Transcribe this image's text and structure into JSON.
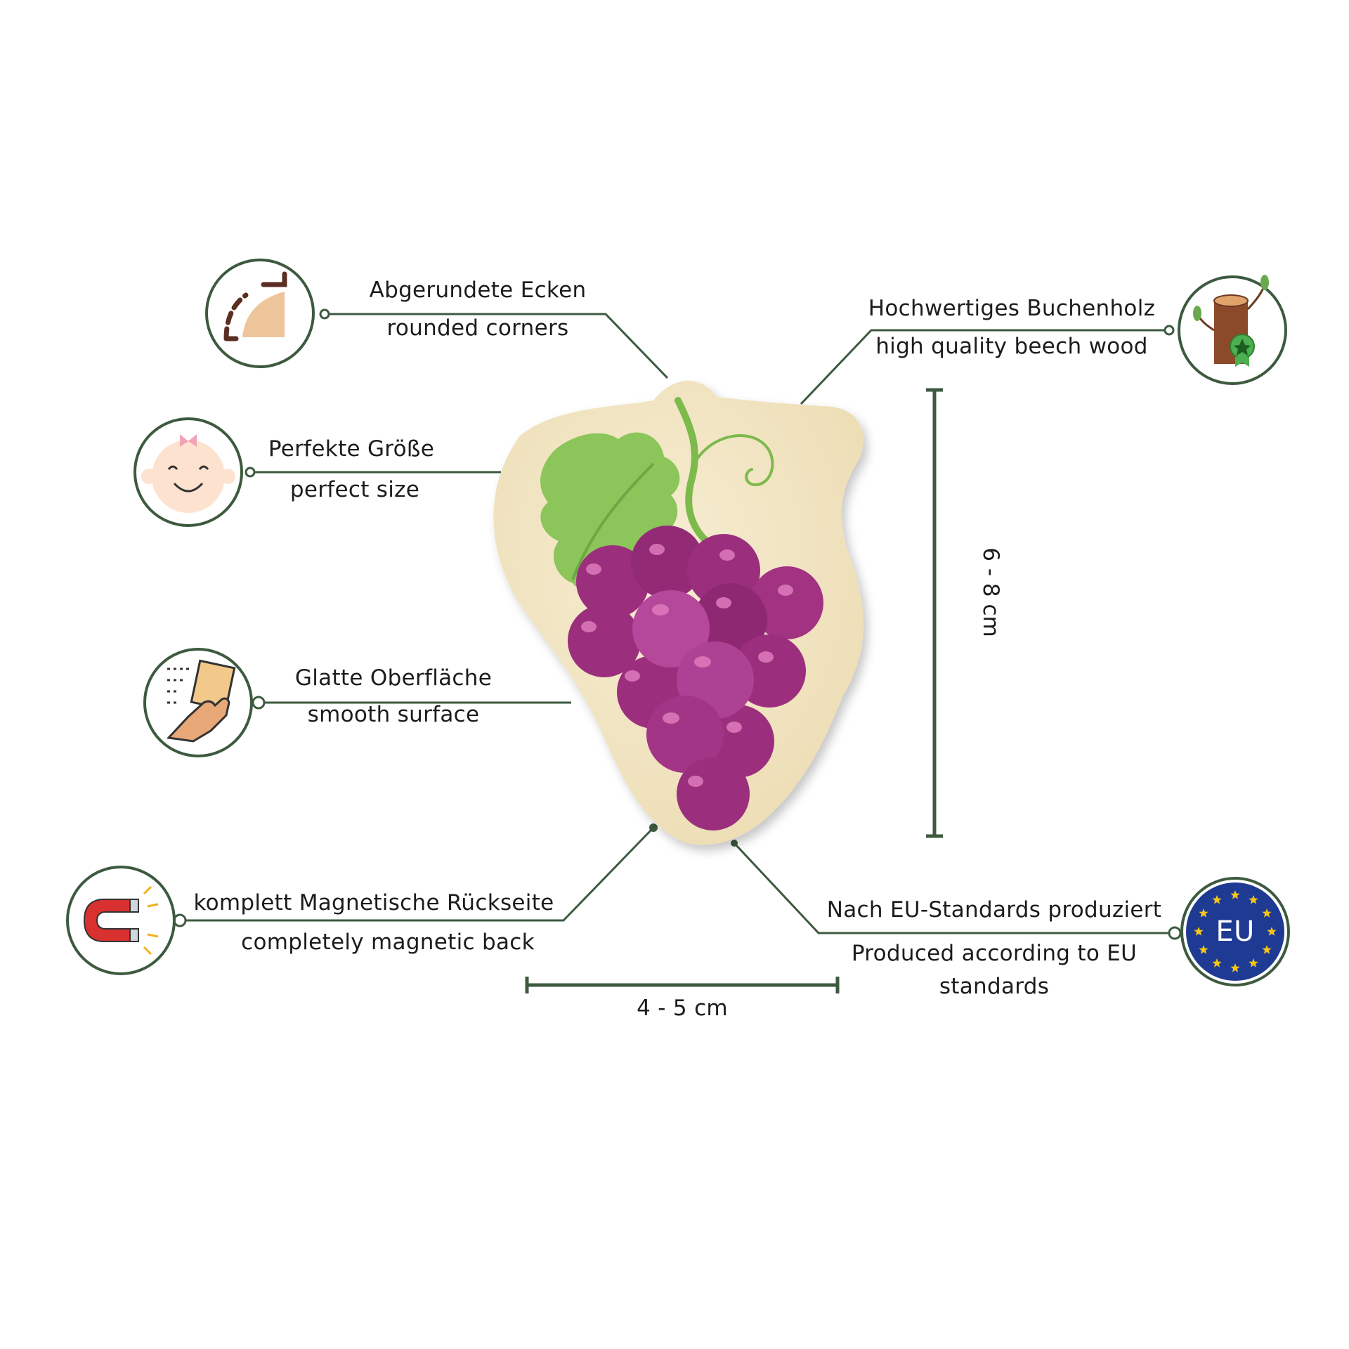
{
  "features": {
    "corners": {
      "de": "Abgerundete Ecken",
      "en": "rounded corners",
      "icon": "rounded-corner-icon"
    },
    "wood": {
      "de": "Hochwertiges Buchenholz",
      "en": "high quality beech wood",
      "icon": "wood-log-icon"
    },
    "size": {
      "de": "Perfekte Größe",
      "en": "perfect size",
      "icon": "baby-face-icon"
    },
    "surface": {
      "de": "Glatte Oberfläche",
      "en": "smooth surface",
      "icon": "hand-wiping-icon"
    },
    "magnet": {
      "de": "komplett Magnetische Rückseite",
      "en": "completely magnetic back",
      "icon": "magnet-icon"
    },
    "eu": {
      "de": "Nach EU-Standards produziert",
      "en_line1": "Produced according to EU",
      "en_line2": "standards",
      "icon": "eu-flag-icon",
      "badge": "EU"
    }
  },
  "dimensions": {
    "height": "6 - 8 cm",
    "width": "4 - 5 cm"
  },
  "colors": {
    "line": "#3d5a3f",
    "wood": "#f3e6c4",
    "grape": "#9b2f7d",
    "grape_light": "#b5489a",
    "leaf": "#8cc55a",
    "eu_blue": "#1f3a93",
    "eu_star": "#f5c518"
  }
}
